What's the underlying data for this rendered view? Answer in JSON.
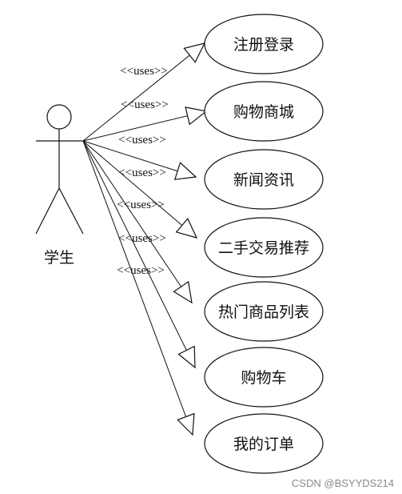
{
  "actor": {
    "name": "学生"
  },
  "relation_label": "<<uses>>",
  "use_cases": [
    {
      "label": "注册登录"
    },
    {
      "label": "购物商城"
    },
    {
      "label": "新闻资讯"
    },
    {
      "label": "二手交易推荐"
    },
    {
      "label": "热门商品列表"
    },
    {
      "label": "购物车"
    },
    {
      "label": "我的订单"
    }
  ],
  "watermark": "CSDN @BSYYDS214"
}
